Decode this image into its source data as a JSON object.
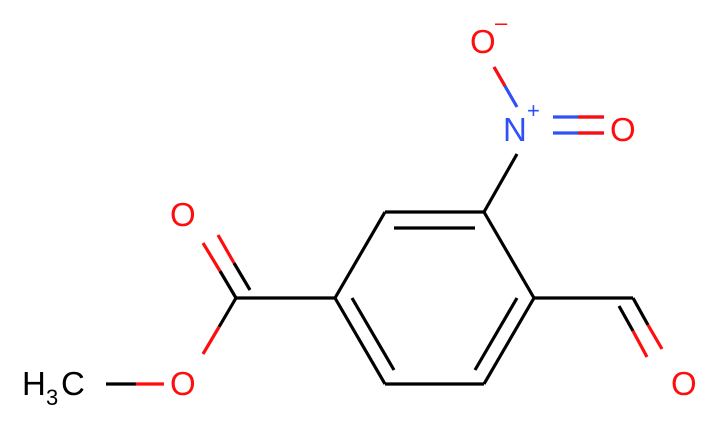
{
  "colors": {
    "carbon": "#000000",
    "oxygen": "#ff0d0d",
    "nitrogen": "#3050f8",
    "background": "#ffffff"
  },
  "atoms": {
    "o_minus": {
      "symbol": "O",
      "charge": "–"
    },
    "nitrogen": {
      "symbol": "N",
      "charge": "+"
    },
    "o_nitro": {
      "symbol": "O"
    },
    "o_carbonyl_ester": {
      "symbol": "O"
    },
    "o_ether": {
      "symbol": "O"
    },
    "methyl": {
      "symbol": "H",
      "subscript": "3",
      "suffix": "C"
    },
    "o_aldehyde": {
      "symbol": "O"
    }
  }
}
